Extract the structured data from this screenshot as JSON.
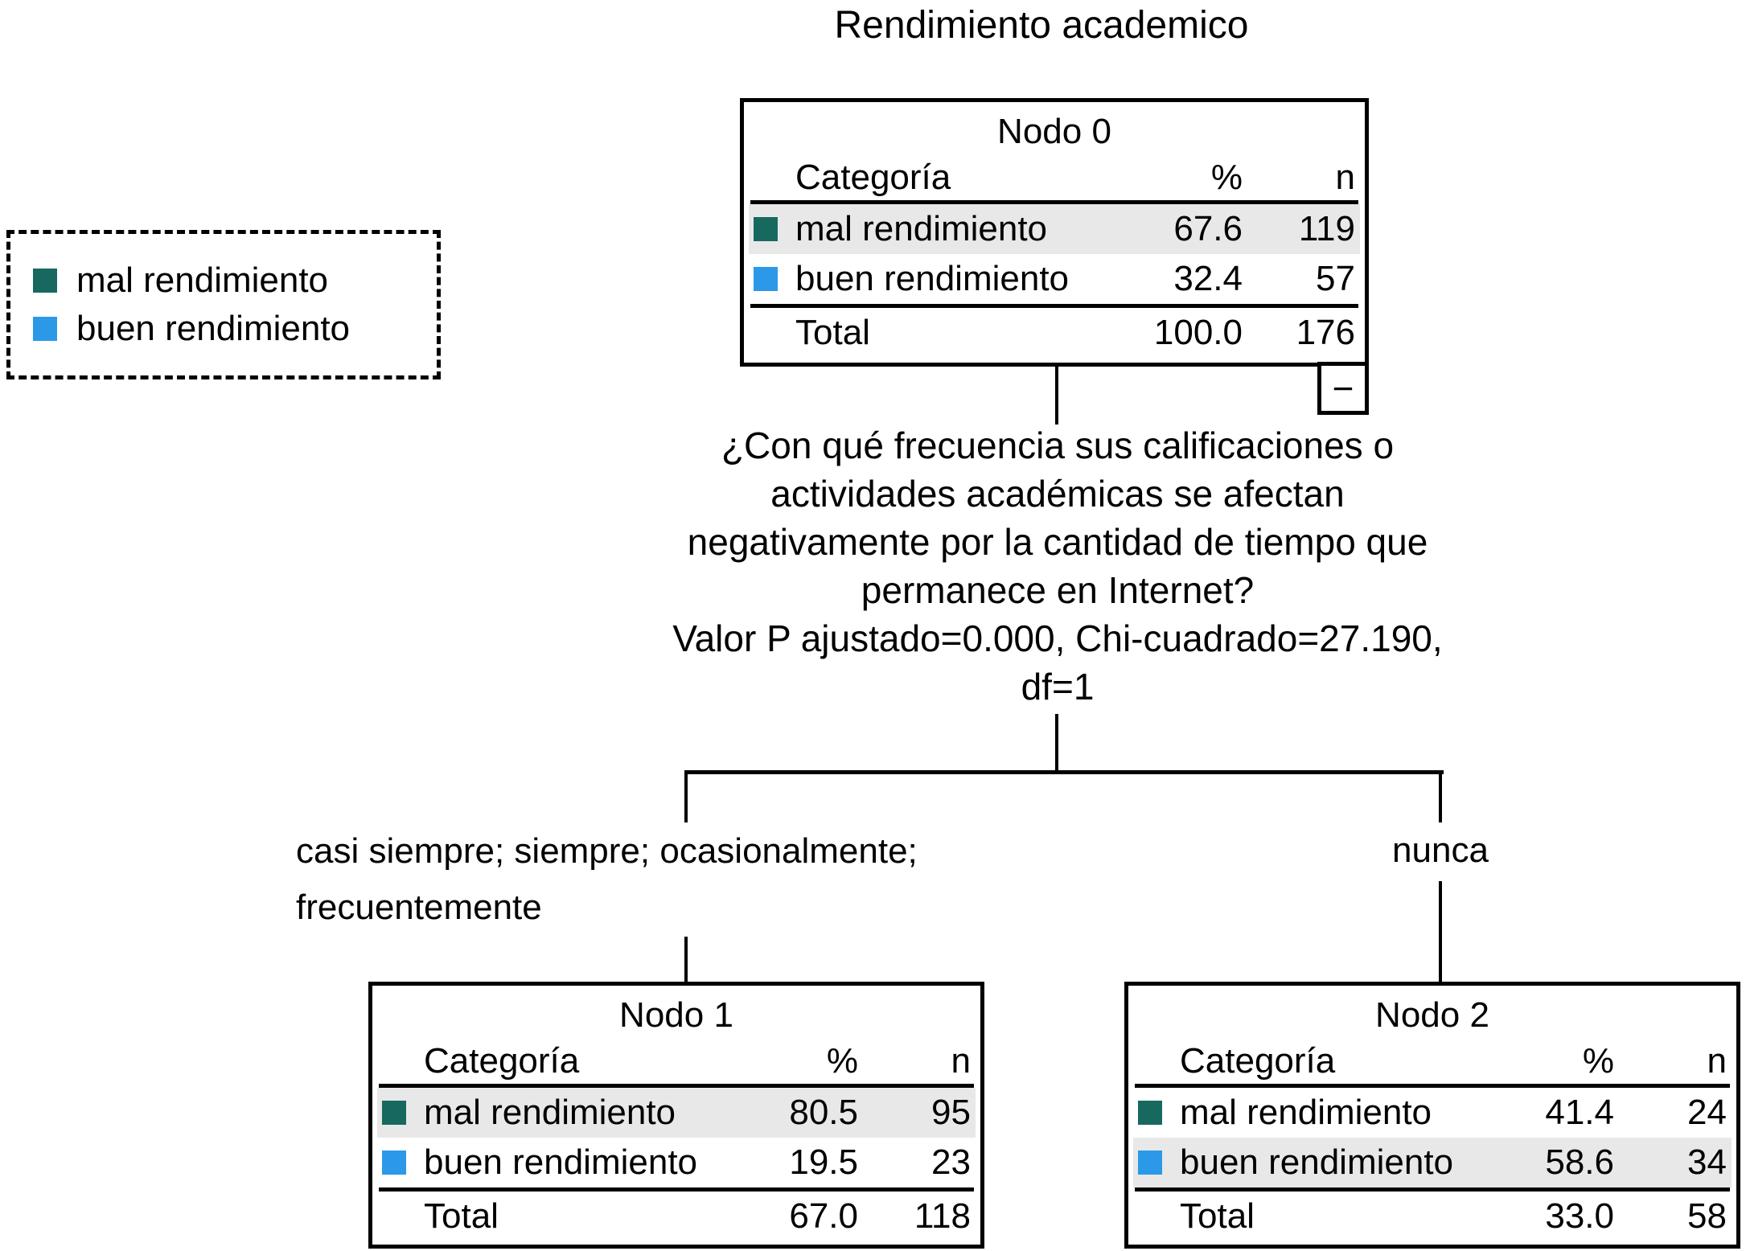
{
  "title": "Rendimiento academico",
  "colors": {
    "mal_rendimiento": "#17695F",
    "buen_rendimiento": "#2B99E8",
    "row_highlight": "#E8E8E8",
    "line": "#000000"
  },
  "legend": {
    "items": [
      {
        "label": "mal rendimiento"
      },
      {
        "label": "buen rendimiento"
      }
    ]
  },
  "split": {
    "question_lines": [
      "¿Con qué frecuencia sus calificaciones o",
      "actividades académicas se afectan",
      "negativamente por la cantidad de tiempo que",
      "permanece en Internet?"
    ],
    "stats_line": "Valor P ajustado=0.000, Chi-cuadrado=27.190,",
    "df_line": "df=1",
    "branches": {
      "left": {
        "line1": "casi siempre; siempre; ocasionalmente;",
        "line2": "frecuentemente"
      },
      "right": {
        "label": "nunca"
      }
    }
  },
  "nodes": {
    "node0": {
      "title": "Nodo 0",
      "columns": {
        "category": "Categoría",
        "pct": "%",
        "n": "n"
      },
      "rows": [
        {
          "category": "mal rendimiento",
          "pct": "67.6",
          "n": "119",
          "highlight": true
        },
        {
          "category": "buen rendimiento",
          "pct": "32.4",
          "n": "57",
          "highlight": false
        }
      ],
      "total": {
        "label": "Total",
        "pct": "100.0",
        "n": "176"
      },
      "collapse_label": "−"
    },
    "node1": {
      "title": "Nodo 1",
      "columns": {
        "category": "Categoría",
        "pct": "%",
        "n": "n"
      },
      "rows": [
        {
          "category": "mal rendimiento",
          "pct": "80.5",
          "n": "95",
          "highlight": true
        },
        {
          "category": "buen rendimiento",
          "pct": "19.5",
          "n": "23",
          "highlight": false
        }
      ],
      "total": {
        "label": "Total",
        "pct": "67.0",
        "n": "118"
      }
    },
    "node2": {
      "title": "Nodo 2",
      "columns": {
        "category": "Categoría",
        "pct": "%",
        "n": "n"
      },
      "rows": [
        {
          "category": "mal rendimiento",
          "pct": "41.4",
          "n": "24",
          "highlight": false
        },
        {
          "category": "buen rendimiento",
          "pct": "58.6",
          "n": "34",
          "highlight": true
        }
      ],
      "total": {
        "label": "Total",
        "pct": "33.0",
        "n": "58"
      }
    }
  }
}
